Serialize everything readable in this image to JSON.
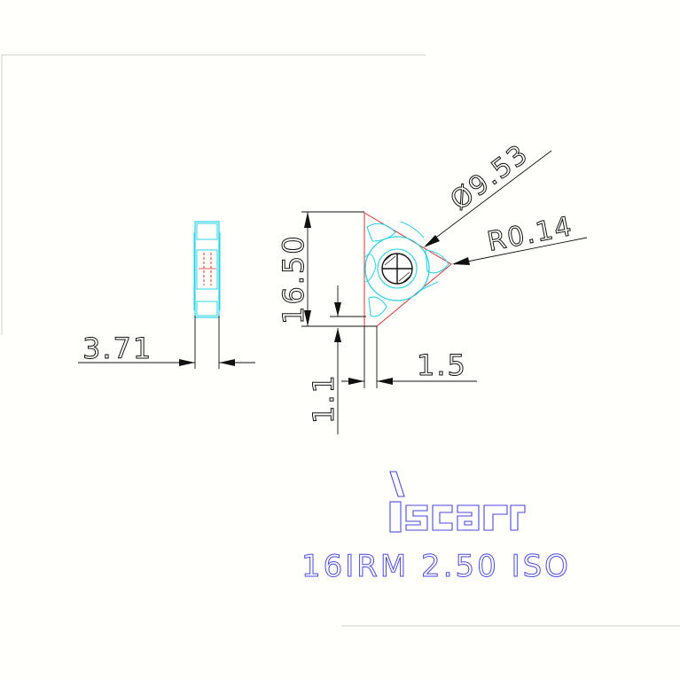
{
  "drawing": {
    "dim_width": "3.71",
    "dim_height": "16.50",
    "dim_diameter": "Ø9.53",
    "dim_radius": "R0.14",
    "dim_offset_1": "1.5",
    "dim_offset_2": "1.1",
    "logo_text": "iscar",
    "designation": "16IRM 2.50 ISO"
  },
  "colors": {
    "cyan": "#2bd4e8",
    "red": "#e03030",
    "blue": "#4a4ae0",
    "line": "#111111"
  }
}
